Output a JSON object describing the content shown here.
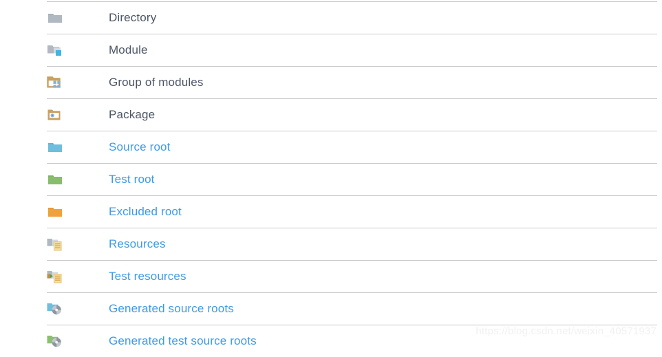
{
  "page": {
    "background": "#ffffff",
    "link_color": "#3d9ae8",
    "text_color": "#4c5566",
    "divider_color": "#c8c8c8"
  },
  "legend": {
    "rows": [
      {
        "icon": "folder-directory-icon",
        "label": "Directory",
        "style": "plain"
      },
      {
        "icon": "folder-module-icon",
        "label": "Module",
        "style": "plain"
      },
      {
        "icon": "folder-group-of-modules-icon",
        "label": "Group of modules",
        "style": "plain"
      },
      {
        "icon": "folder-package-icon",
        "label": "Package",
        "style": "plain"
      },
      {
        "icon": "folder-source-root-icon",
        "label": "Source root",
        "style": "link"
      },
      {
        "icon": "folder-test-root-icon",
        "label": "Test root",
        "style": "link"
      },
      {
        "icon": "folder-excluded-root-icon",
        "label": "Excluded root",
        "style": "link"
      },
      {
        "icon": "folder-resources-icon",
        "label": "Resources",
        "style": "link"
      },
      {
        "icon": "folder-test-resources-icon",
        "label": "Test resources",
        "style": "link"
      },
      {
        "icon": "folder-generated-source-roots-icon",
        "label": "Generated source roots",
        "style": "link"
      },
      {
        "icon": "folder-generated-test-source-icon",
        "label": "Generated test source roots",
        "style": "link"
      }
    ]
  },
  "watermark": {
    "text": "https://blog.csdn.net/weixin_40571937"
  }
}
